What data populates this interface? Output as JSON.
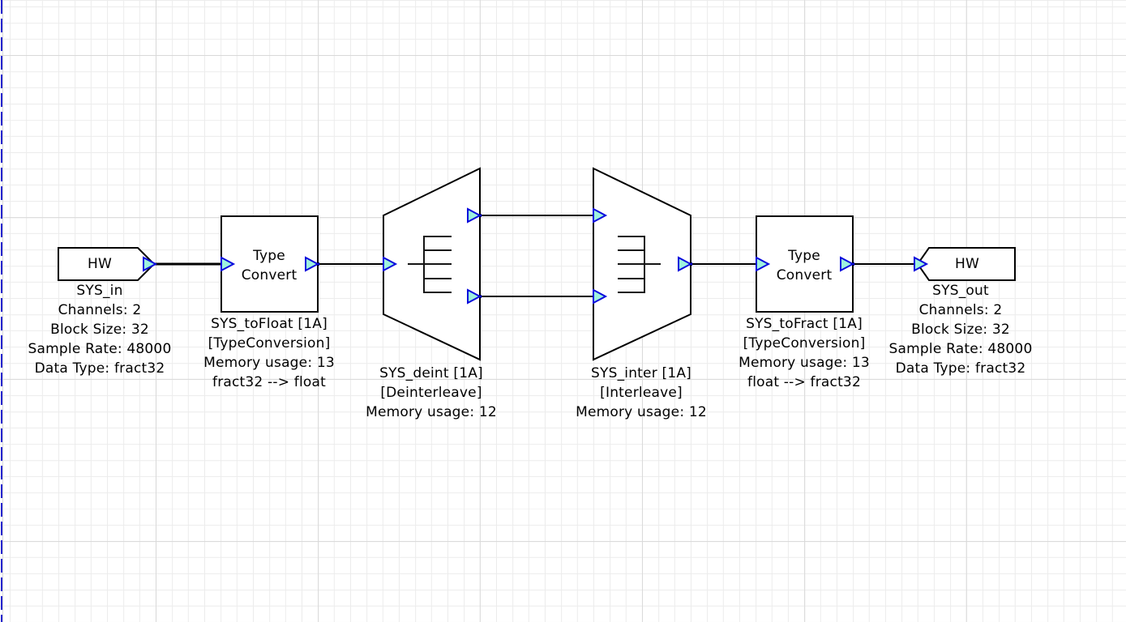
{
  "diagram": {
    "hw_in": {
      "title": "HW",
      "name": "SYS_in",
      "props": [
        "Channels: 2",
        "Block Size: 32",
        "Sample Rate: 48000",
        "Data Type: fract32"
      ]
    },
    "to_float": {
      "title": [
        "Type",
        "Convert"
      ],
      "name": "SYS_toFloat [1A]",
      "type": "[TypeConversion]",
      "memory": "Memory usage: 13",
      "conversion": "fract32 --> float"
    },
    "deint": {
      "name": "SYS_deint [1A]",
      "type": "[Deinterleave]",
      "memory": "Memory usage: 12"
    },
    "inter": {
      "name": "SYS_inter [1A]",
      "type": "[Interleave]",
      "memory": "Memory usage: 12"
    },
    "to_fract": {
      "title": [
        "Type",
        "Convert"
      ],
      "name": "SYS_toFract [1A]",
      "type": "[TypeConversion]",
      "memory": "Memory usage: 13",
      "conversion": "float --> fract32"
    },
    "hw_out": {
      "title": "HW",
      "name": "SYS_out",
      "props": [
        "Channels: 2",
        "Block Size: 32",
        "Sample Rate: 48000",
        "Data Type: fract32"
      ]
    }
  },
  "colors": {
    "wire": "#000000",
    "block_border": "#000000",
    "block_fill": "#ffffff",
    "port_fill": "#9ef2de",
    "port_border": "#0909dd",
    "wire_source_dot": "#0000cd",
    "grid_minor": "#ececec",
    "grid_major": "#d9d9d9",
    "page_guide": "#2323cd",
    "text": "#000000"
  }
}
